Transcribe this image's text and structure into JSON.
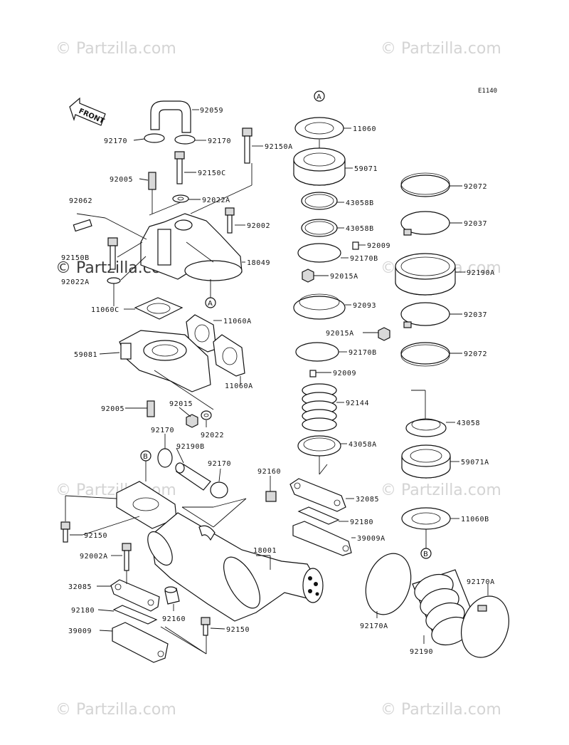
{
  "diagram": {
    "code": "E1140",
    "front_label": "FRONT",
    "ref_a": "A",
    "ref_b": "B",
    "watermark": "© Partzilla.com"
  },
  "labels": [
    "92059",
    "92170",
    "92170",
    "92150A",
    "92005",
    "92150C",
    "92022A",
    "92062",
    "92002",
    "92150B",
    "92022A",
    "18049",
    "11060C",
    "11060A",
    "59081",
    "11060A",
    "92005",
    "92015",
    "92022",
    "92170",
    "92190B",
    "92170",
    "92150",
    "92002A",
    "32085",
    "92180",
    "39009",
    "92160",
    "92150",
    "18001",
    "92160",
    "32085",
    "92180",
    "39009A",
    "11060",
    "59071",
    "43058B",
    "43058B",
    "92009",
    "92170B",
    "92015A",
    "92093",
    "92015A",
    "92170B",
    "92009",
    "92144",
    "43058A",
    "92072",
    "92037",
    "92190A",
    "92037",
    "92072",
    "43058",
    "59071A",
    "11060B",
    "92170A",
    "92170A",
    "92190"
  ]
}
